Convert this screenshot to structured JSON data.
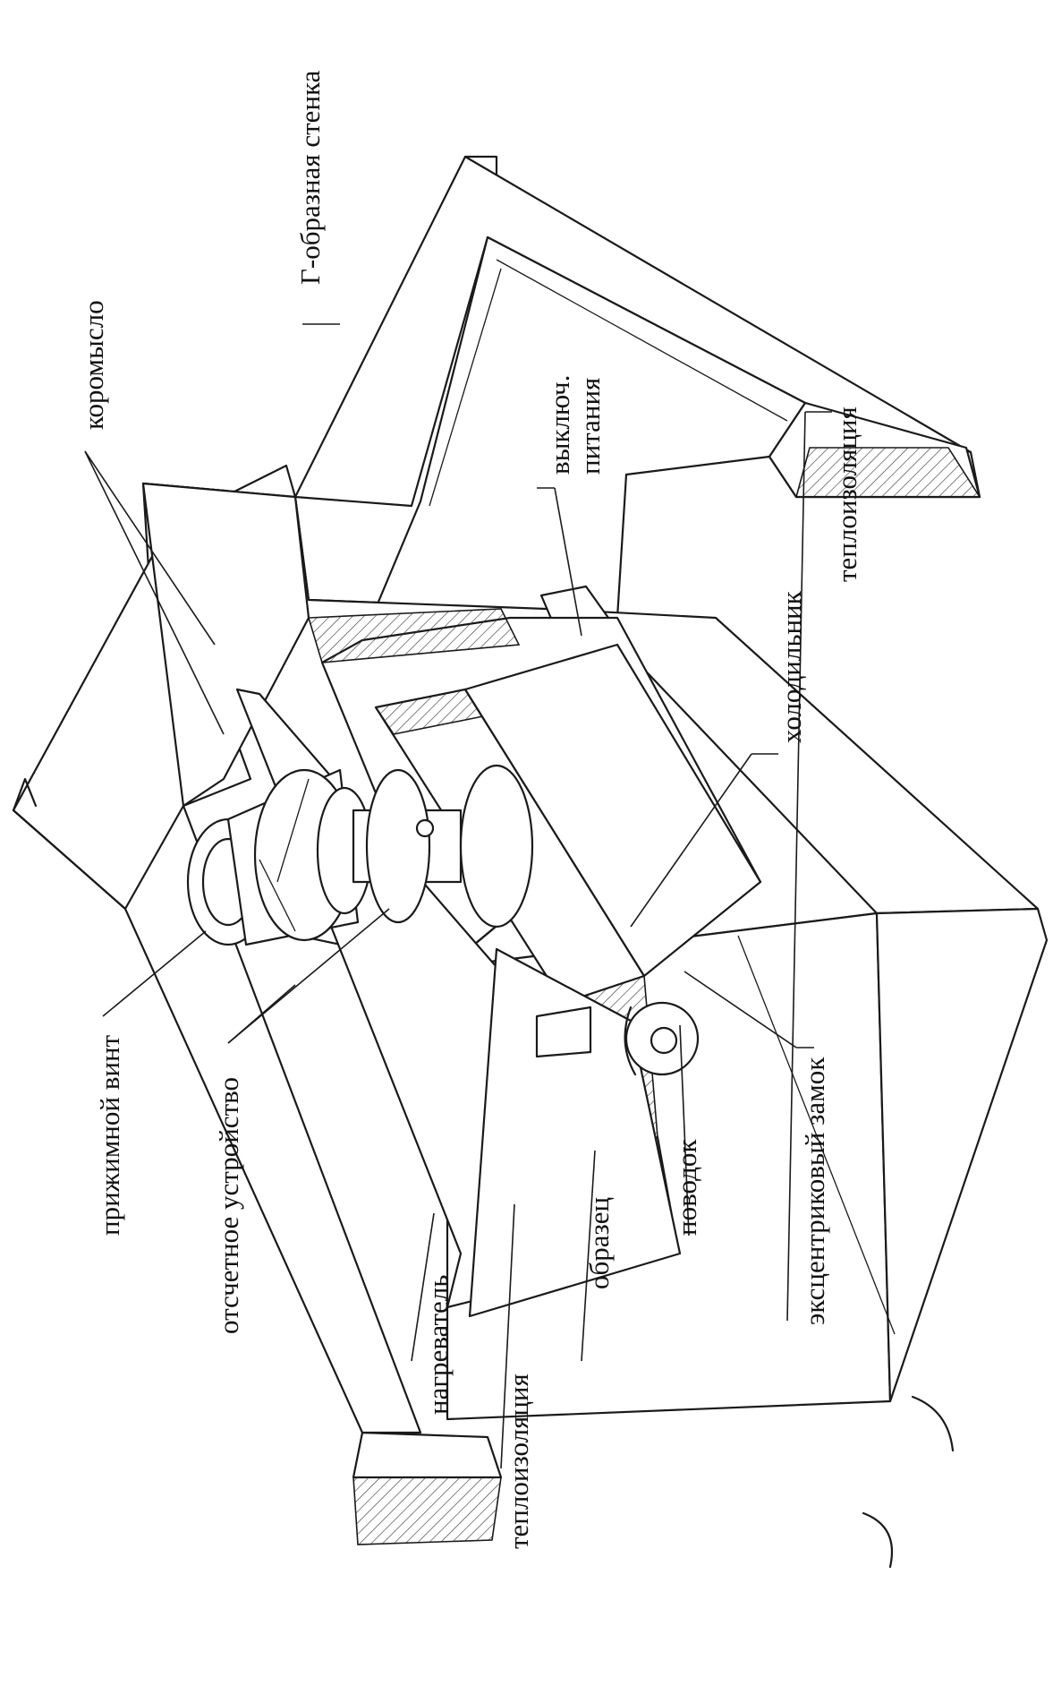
{
  "labels": {
    "l_wall": "Г-образная стенка",
    "rocker": "коромысло",
    "power_switch_1": "выключ.",
    "power_switch_2": "питания",
    "insulation_right": "теплоизоляция",
    "cooler": "холодильник",
    "clamp_screw": "прижимной винт",
    "reading_device": "отсчетное устройство",
    "heater": "нагреватель",
    "insulation_left": "теплоизоляция",
    "sample": "образец",
    "leash": "поводок",
    "eccentric_lock": "эксцентриковый замок"
  }
}
